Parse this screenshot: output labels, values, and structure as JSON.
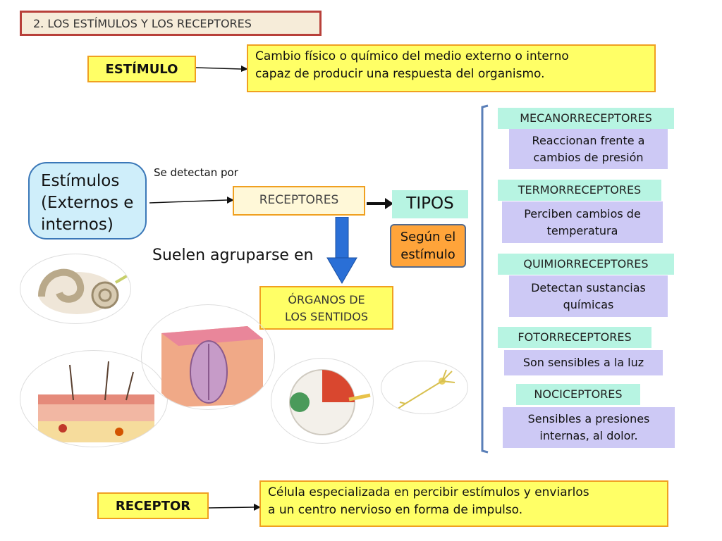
{
  "title": "2. LOS ESTÍMULOS Y LOS RECEPTORES",
  "estimulo": {
    "label": "ESTÍMULO",
    "definition_1": "Cambio físico o químico del medio externo o interno",
    "definition_2": "capaz de producir una respuesta del organismo."
  },
  "estimulos_box": {
    "line_1": "Estímulos",
    "line_2": "(Externos e",
    "line_3": "internos)"
  },
  "detected_by": "Se detectan por",
  "receptores": "RECEPTORES",
  "tipos": "TIPOS",
  "segun": {
    "line_1": "Según el",
    "line_2": "estímulo"
  },
  "agrupar": "Suelen agruparse en",
  "organos": {
    "line_1": "ÓRGANOS DE",
    "line_2": "LOS SENTIDOS"
  },
  "receptor_types": [
    {
      "name": "MECANORRECEPTORES",
      "desc_1": "Reaccionan frente a",
      "desc_2": "cambios de presión"
    },
    {
      "name": "TERMORRECEPTORES",
      "desc_1": "Perciben cambios de",
      "desc_2": "temperatura"
    },
    {
      "name": "QUIMIORRECEPTORES",
      "desc_1": "Detectan sustancias",
      "desc_2": "químicas"
    },
    {
      "name": "FOTORRECEPTORES",
      "desc_1": "Son sensibles a la luz",
      "desc_2": ""
    },
    {
      "name": "NOCICEPTORES",
      "desc_1": "Sensibles a presiones",
      "desc_2": "internas, al dolor."
    }
  ],
  "receptor": {
    "label": "RECEPTOR",
    "definition_1": "Célula especializada en percibir estímulos y enviarlos",
    "definition_2": "a un centro nervioso en forma de impulso."
  },
  "colors": {
    "yellow_box": "#ffff66",
    "orange_border": "#f0a020",
    "mint": "#b7f4e2",
    "lavender": "#cdc9f5",
    "blue_arrow": "#2a6fd6",
    "bracket": "#5a7fb8"
  }
}
